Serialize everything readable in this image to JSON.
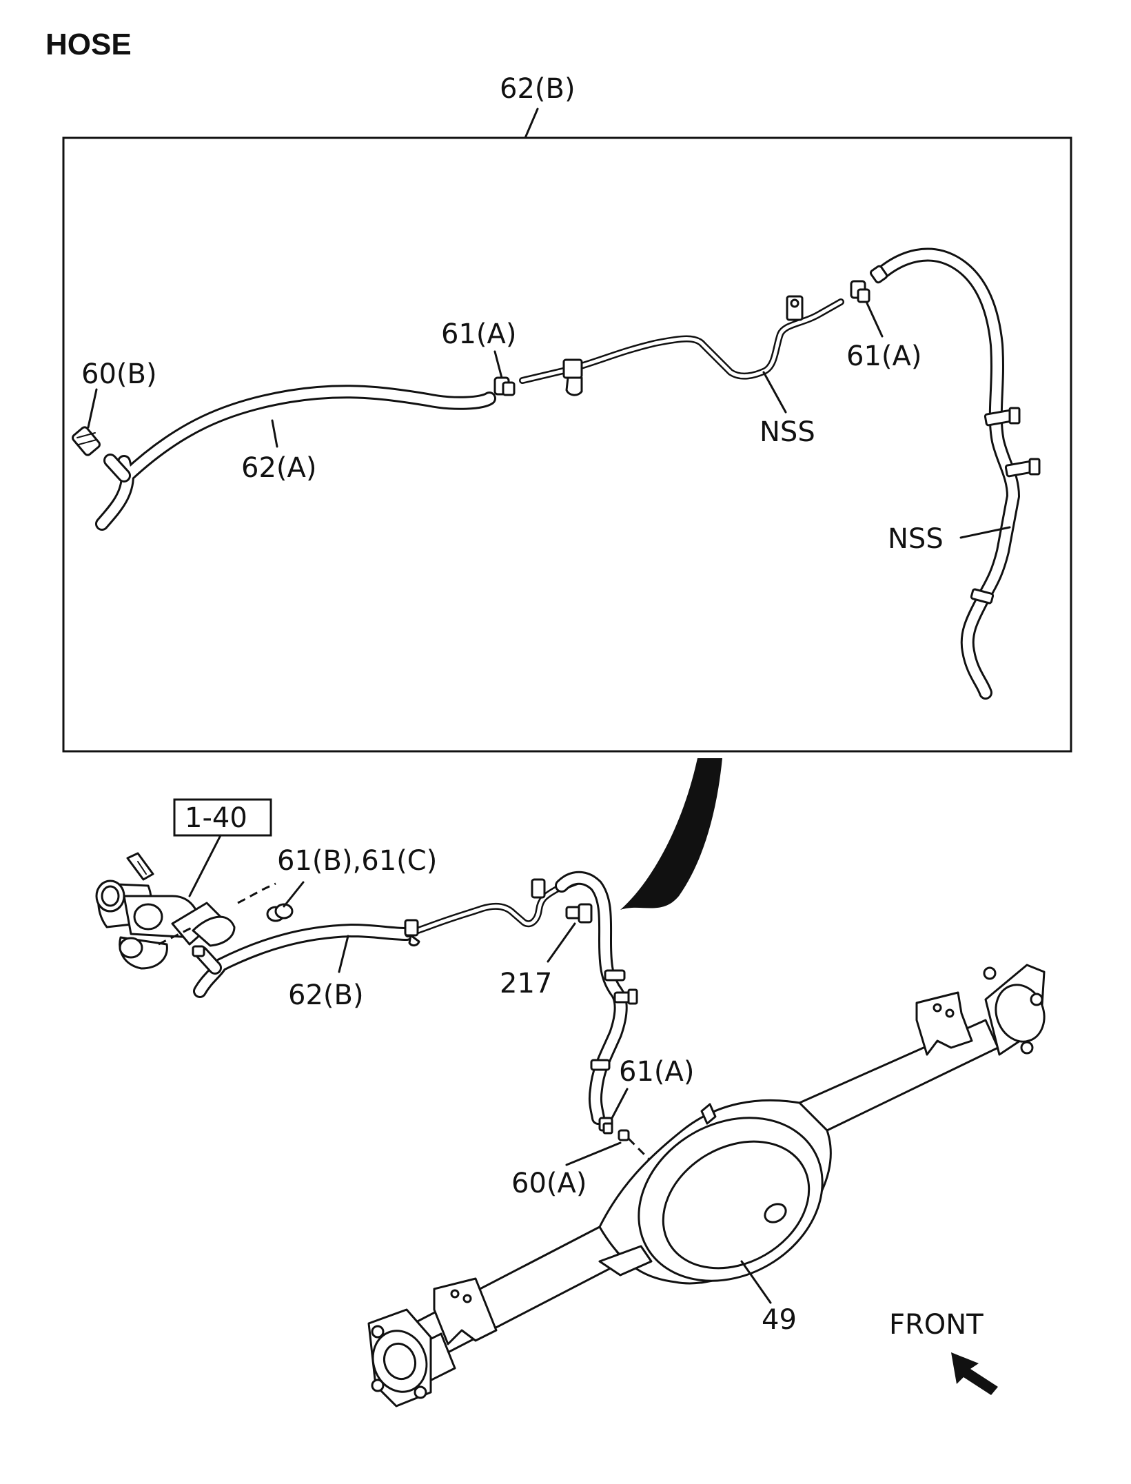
{
  "title": "HOSE",
  "labels": {
    "detail_62B": "62(B)",
    "detail_60B": "60(B)",
    "detail_62A": "62(A)",
    "detail_61A_left": "61(A)",
    "detail_61A_right": "61(A)",
    "detail_NSS_pipe": "NSS",
    "detail_NSS_hose": "NSS",
    "ref_box": "1-40",
    "clip_61BC": "61(B),61(C)",
    "hose_62B": "62(B)",
    "bolt_217": "217",
    "fitting_61A": "61(A)",
    "fitting_60A": "60(A)",
    "axle_49": "49",
    "front": "FRONT"
  },
  "icons": {
    "front_direction": "front-arrow-icon"
  }
}
